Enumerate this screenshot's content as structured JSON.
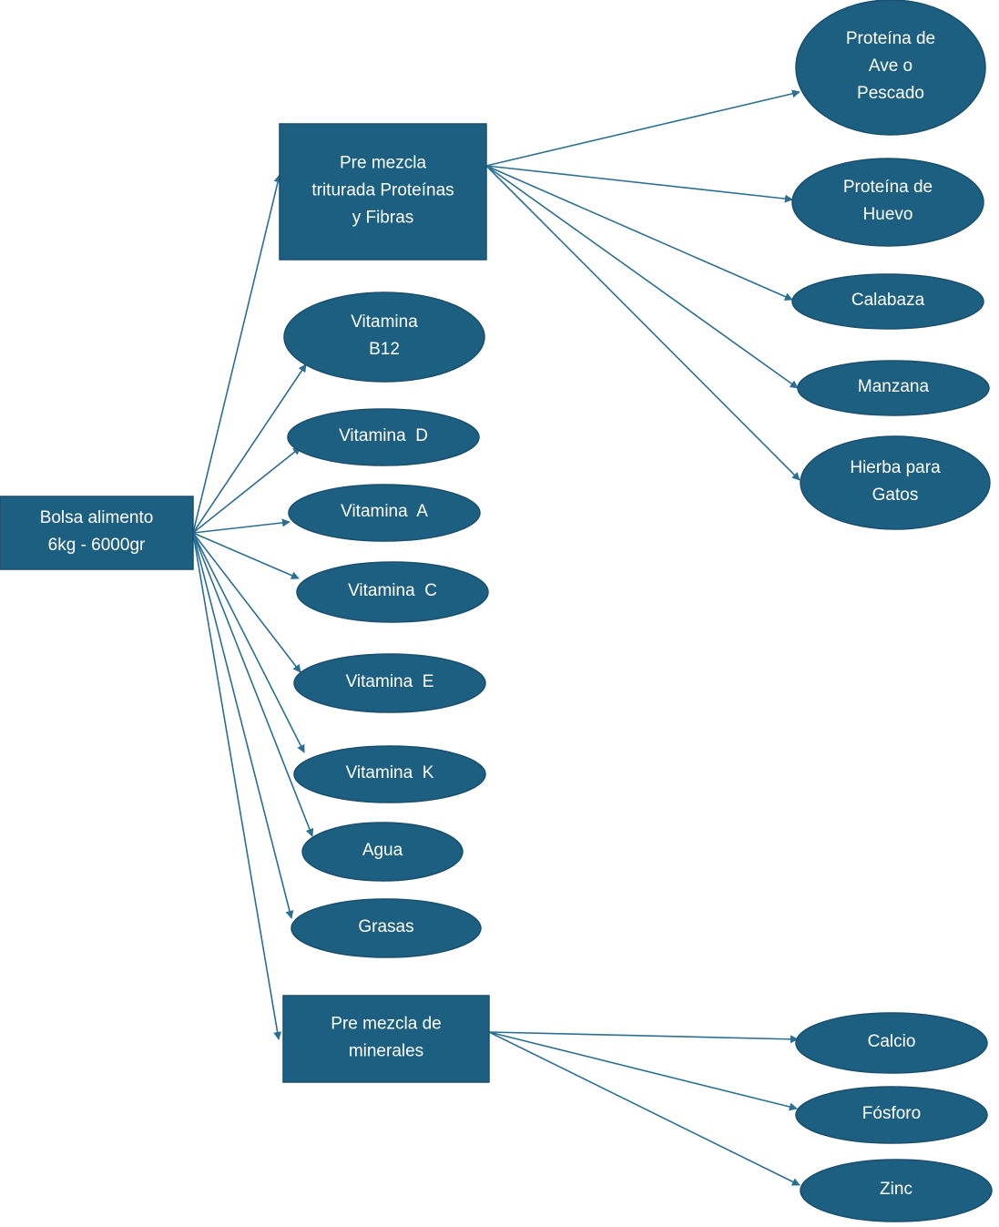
{
  "colors": {
    "node_fill": "#1c5f80",
    "node_stroke": "#1a4f6e",
    "edge": "#2a6f93",
    "text": "#ffffff",
    "background": "#ffffff"
  },
  "nodes": {
    "root": [
      "Bolsa alimento",
      "6kg - 6000gr"
    ],
    "premix_protein": [
      "Pre mezcla",
      "triturada Proteínas",
      "y Fibras"
    ],
    "vit_b12": [
      "Vitamina",
      "B12"
    ],
    "vit_d": [
      "Vitamina  D"
    ],
    "vit_a": [
      "Vitamina  A"
    ],
    "vit_c": [
      "Vitamina  C"
    ],
    "vit_e": [
      "Vitamina  E"
    ],
    "vit_k": [
      "Vitamina  K"
    ],
    "agua": [
      "Agua"
    ],
    "grasas": [
      "Grasas"
    ],
    "premix_minerals": [
      "Pre mezcla de",
      "minerales"
    ],
    "prot_ave": [
      "Proteína de",
      "Ave o",
      "Pescado"
    ],
    "prot_huevo": [
      "Proteína de",
      "Huevo"
    ],
    "calabaza": [
      "Calabaza"
    ],
    "manzana": [
      "Manzana"
    ],
    "hierba": [
      "Hierba para",
      "Gatos"
    ],
    "calcio": [
      "Calcio"
    ],
    "fosforo": [
      "Fósforo"
    ],
    "zinc": [
      "Zinc"
    ]
  },
  "edges": [
    [
      "root",
      "premix_protein"
    ],
    [
      "root",
      "vit_b12"
    ],
    [
      "root",
      "vit_d"
    ],
    [
      "root",
      "vit_a"
    ],
    [
      "root",
      "vit_c"
    ],
    [
      "root",
      "vit_e"
    ],
    [
      "root",
      "vit_k"
    ],
    [
      "root",
      "agua"
    ],
    [
      "root",
      "grasas"
    ],
    [
      "root",
      "premix_minerals"
    ],
    [
      "premix_protein",
      "prot_ave"
    ],
    [
      "premix_protein",
      "prot_huevo"
    ],
    [
      "premix_protein",
      "calabaza"
    ],
    [
      "premix_protein",
      "manzana"
    ],
    [
      "premix_protein",
      "hierba"
    ],
    [
      "premix_minerals",
      "calcio"
    ],
    [
      "premix_minerals",
      "fosforo"
    ],
    [
      "premix_minerals",
      "zinc"
    ]
  ]
}
